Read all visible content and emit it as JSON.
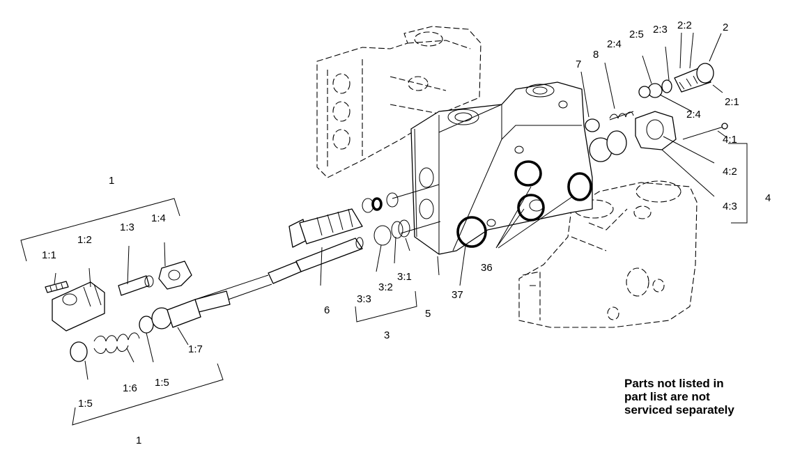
{
  "labels": {
    "l1_top": "1",
    "l1_1": "1:1",
    "l1_2": "1:2",
    "l1_3": "1:3",
    "l1_4": "1:4",
    "l1_5a": "1:5",
    "l1_6": "1:6",
    "l1_5b": "1:5",
    "l1_7": "1:7",
    "l1_bottom": "1",
    "l2": "2",
    "l2_1": "2:1",
    "l2_2": "2:2",
    "l2_3": "2:3",
    "l2_4a": "2:4",
    "l2_5": "2:5",
    "l2_4b": "2:4",
    "l3": "3",
    "l3_1": "3:1",
    "l3_2": "3:2",
    "l3_3": "3:3",
    "l4": "4",
    "l4_1": "4:1",
    "l4_2": "4:2",
    "l4_3": "4:3",
    "l5": "5",
    "l6": "6",
    "l7": "7",
    "l8": "8",
    "l36": "36",
    "l37": "37"
  },
  "note": {
    "line1": "Parts not listed in",
    "line2": "part list are not",
    "line3": "serviced separately"
  }
}
